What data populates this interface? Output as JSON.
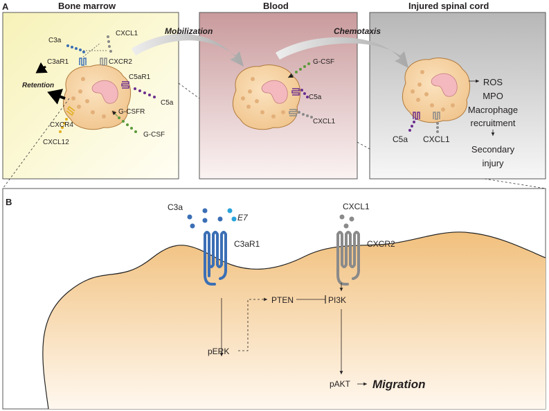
{
  "panel_a": {
    "letter": "A",
    "headers": {
      "bone_marrow": "Bone marrow",
      "blood": "Blood",
      "injured_spinal_cord": "Injured spinal cord"
    },
    "arrows": {
      "mobilization": "Mobilization",
      "chemotaxis": "Chemotaxis"
    },
    "bone_marrow": {
      "c3a": "C3a",
      "c3ar1": "C3aR1",
      "cxcl1": "CXCL1",
      "cxcr2": "CXCR2",
      "c5ar1": "C5aR1",
      "c5a": "C5a",
      "gcsfr": "G-CSFR",
      "gcsf": "G-CSF",
      "cxcr4": "CXCR4",
      "cxcl12": "CXCL12",
      "retention": "Retention"
    },
    "blood": {
      "gcsf": "G-CSF",
      "c5a": "C5a",
      "cxcl1": "CXCL1"
    },
    "spinal_cord": {
      "c5a": "C5a",
      "cxcl1": "CXCL1",
      "outcomes": [
        "ROS",
        "MPO",
        "Macrophage",
        "recruitment"
      ],
      "secondary": [
        "Secondary",
        "injury"
      ]
    }
  },
  "panel_b": {
    "letter": "B",
    "c3a": "C3a",
    "e7": "E7",
    "c3ar1": "C3aR1",
    "cxcl1": "CXCL1",
    "cxcr2": "CXCR2",
    "pten": "PTEN",
    "pi3k": "PI3K",
    "perk": "pERK",
    "pakt": "pAKT",
    "migration": "Migration"
  },
  "colors": {
    "c3": "#3b6fb5",
    "c5": "#6b2e8f",
    "gcsf": "#5a9a3a",
    "cxcl1": "#8a8a8a",
    "cxcl12": "#e0b020",
    "e7": "#29a3dc"
  }
}
